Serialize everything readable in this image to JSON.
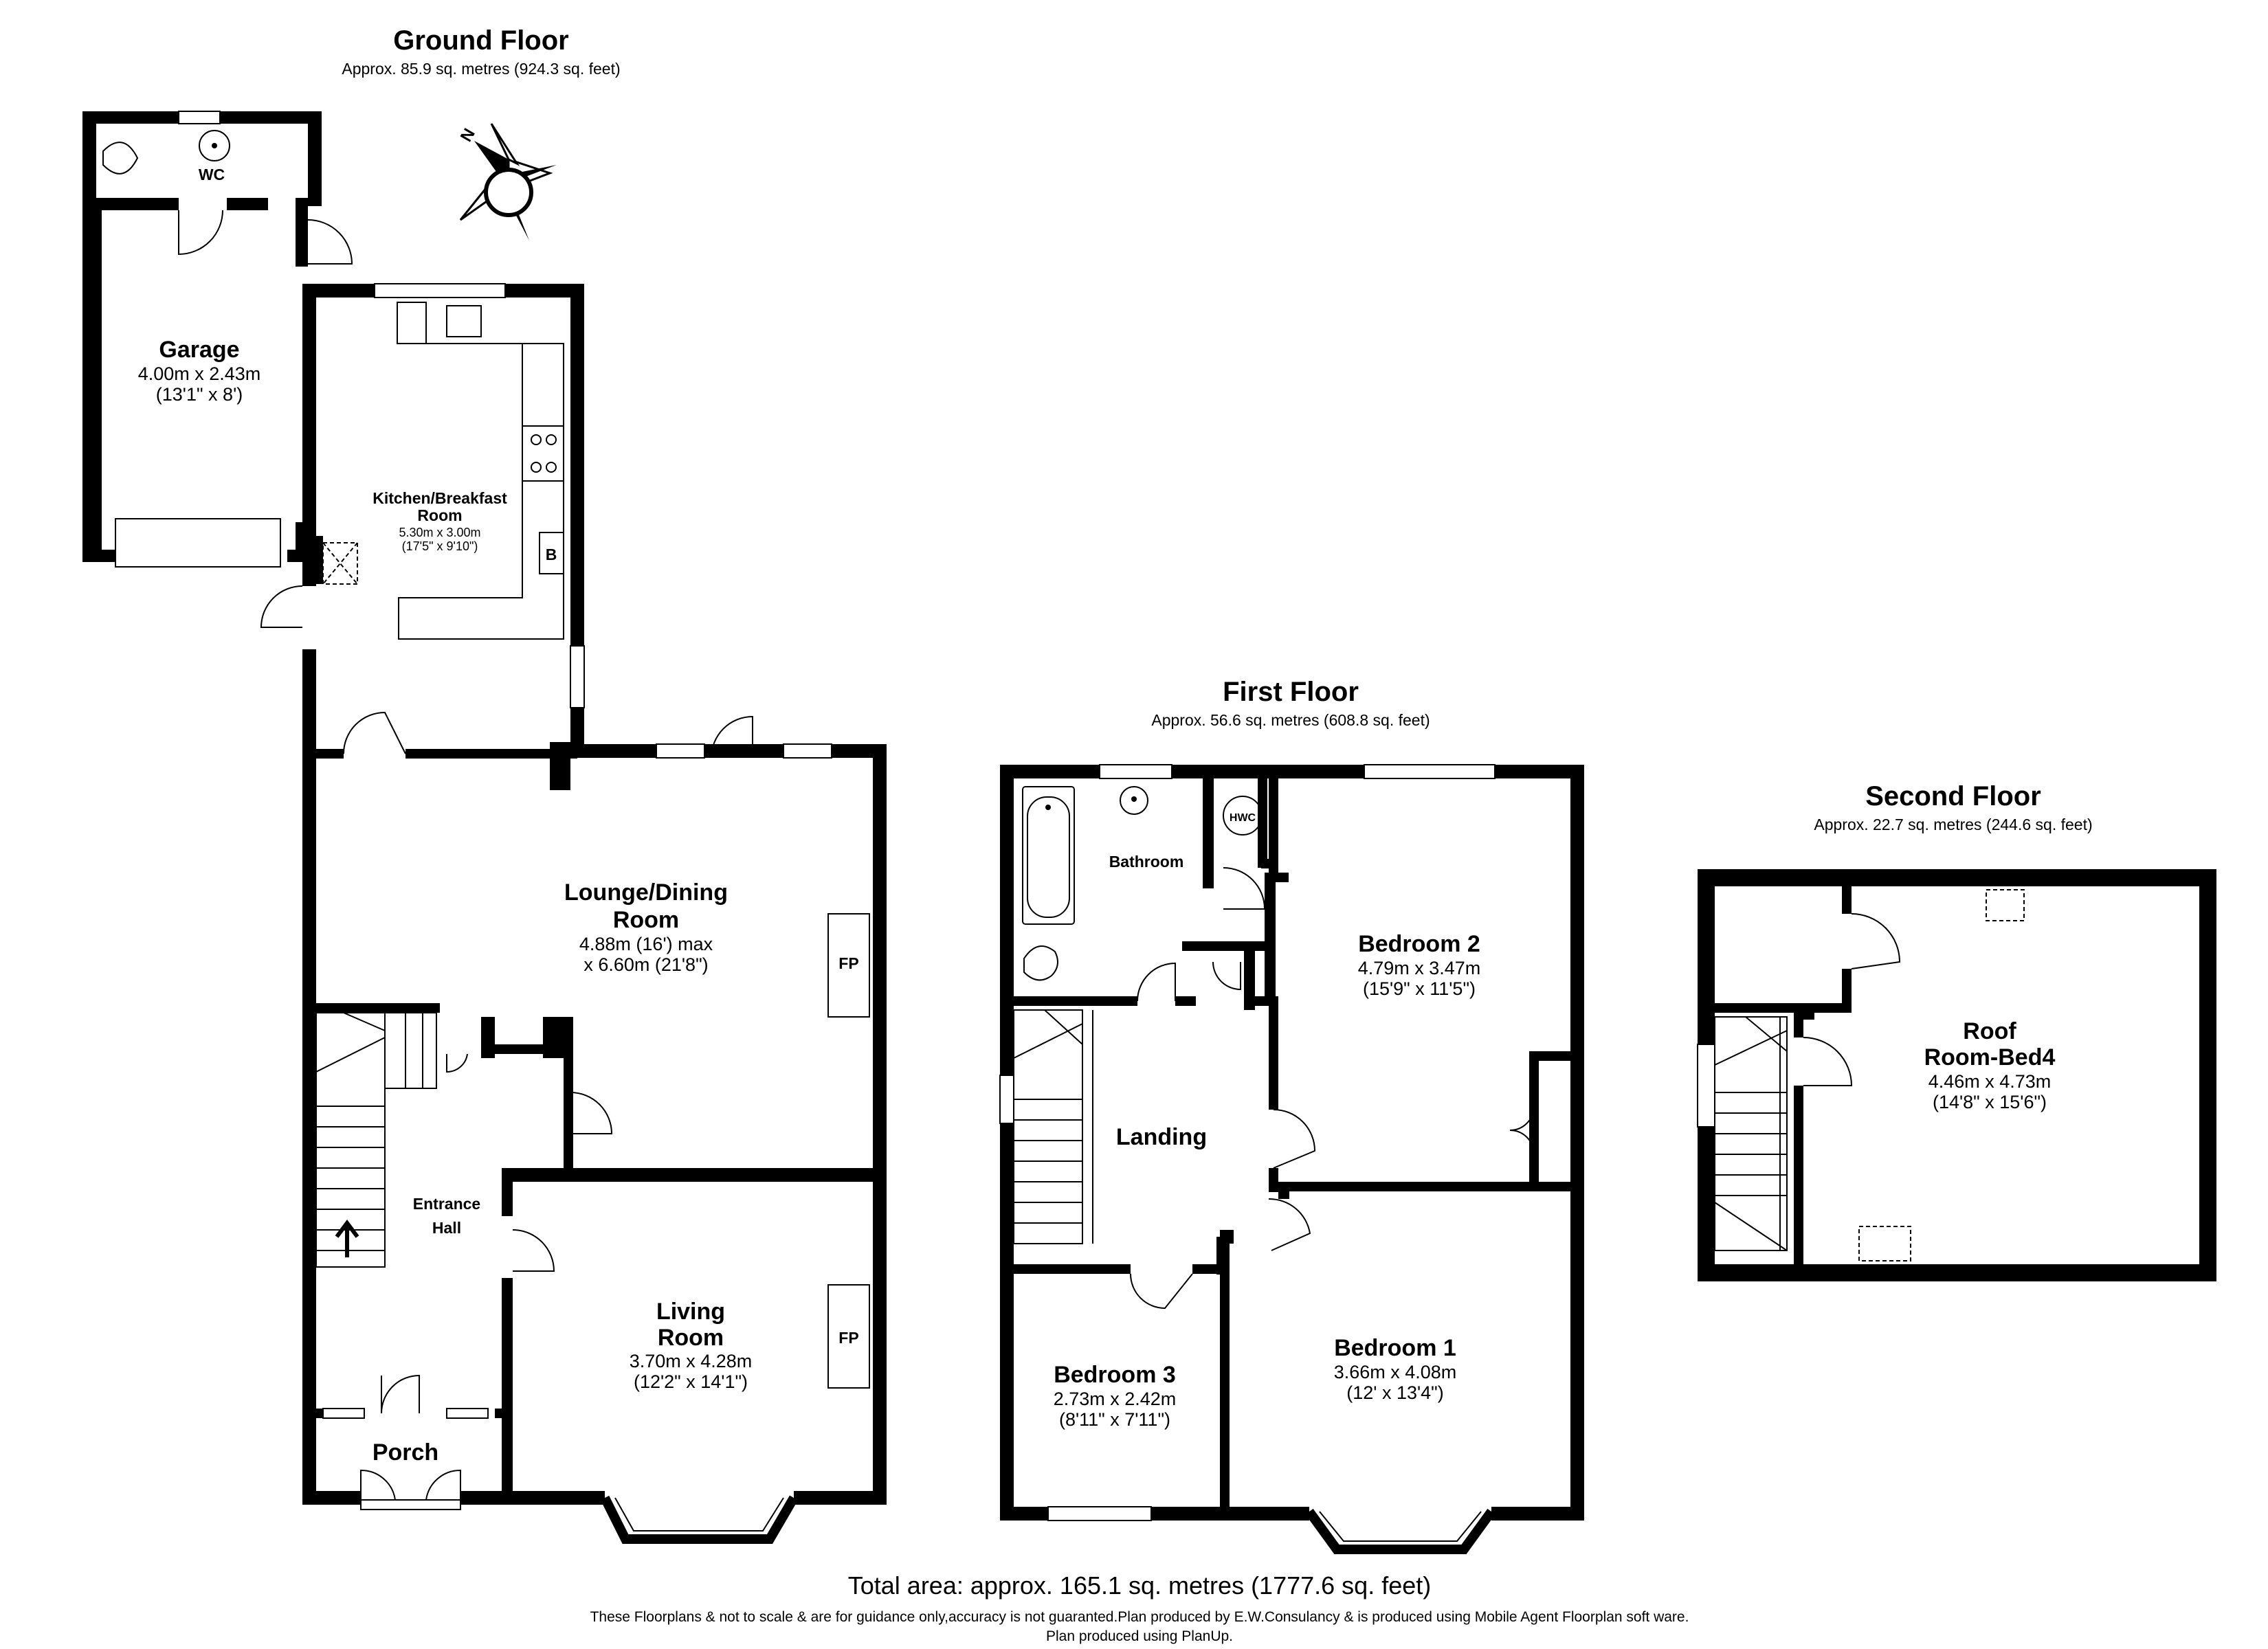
{
  "ground_floor": {
    "title": "Ground Floor",
    "area": "Approx. 85.9 sq. metres (924.3 sq. feet)",
    "rooms": {
      "garage": {
        "name": "Garage",
        "dim_m": "4.00m x 2.43m",
        "dim_ft": "(13'1\" x 8')"
      },
      "wc": {
        "name": "WC"
      },
      "kitchen": {
        "name_l1": "Kitchen/Breakfast",
        "name_l2": "Room",
        "dim_m": "5.30m x 3.00m",
        "dim_ft": "(17'5\" x 9'10\")"
      },
      "lounge": {
        "name_l1": "Lounge/Dining",
        "name_l2": "Room",
        "dim_l1": "4.88m (16') max",
        "dim_l2": "x 6.60m (21'8\")"
      },
      "entrance_hall": {
        "name_l1": "Entrance",
        "name_l2": "Hall"
      },
      "living": {
        "name_l1": "Living",
        "name_l2": "Room",
        "dim_m": "3.70m x 4.28m",
        "dim_ft": "(12'2\" x 14'1\")"
      },
      "porch": {
        "name": "Porch"
      }
    },
    "fixtures": {
      "fp1": "FP",
      "fp2": "FP",
      "boiler": "B"
    },
    "compass": "N"
  },
  "first_floor": {
    "title": "First Floor",
    "area": "Approx. 56.6 sq. metres (608.8 sq. feet)",
    "rooms": {
      "bathroom": {
        "name": "Bathroom"
      },
      "hwc": {
        "name": "HWC"
      },
      "bedroom2": {
        "name": "Bedroom 2",
        "dim_m": "4.79m x 3.47m",
        "dim_ft": "(15'9\" x 11'5\")"
      },
      "landing": {
        "name": "Landing"
      },
      "bedroom3": {
        "name": "Bedroom 3",
        "dim_m": "2.73m x 2.42m",
        "dim_ft": "(8'11\" x 7'11\")"
      },
      "bedroom1": {
        "name": "Bedroom 1",
        "dim_m": "3.66m x 4.08m",
        "dim_ft": "(12' x 13'4\")"
      }
    }
  },
  "second_floor": {
    "title": "Second Floor",
    "area": "Approx. 22.7 sq. metres (244.6 sq. feet)",
    "rooms": {
      "roof_room": {
        "name_l1": "Roof",
        "name_l2": "Room-Bed4",
        "dim_m": "4.46m x 4.73m",
        "dim_ft": "(14'8\" x 15'6\")"
      }
    }
  },
  "total_area": "Total area: approx. 165.1 sq. metres (1777.6 sq. feet)",
  "disclaimer_l1": "These Floorplans & not to scale & are for guidance only,accuracy is not guaranted.Plan produced by E.W.Consulancy & is produced using Mobile Agent Floorplan soft ware.",
  "disclaimer_l2": "Plan produced using PlanUp."
}
